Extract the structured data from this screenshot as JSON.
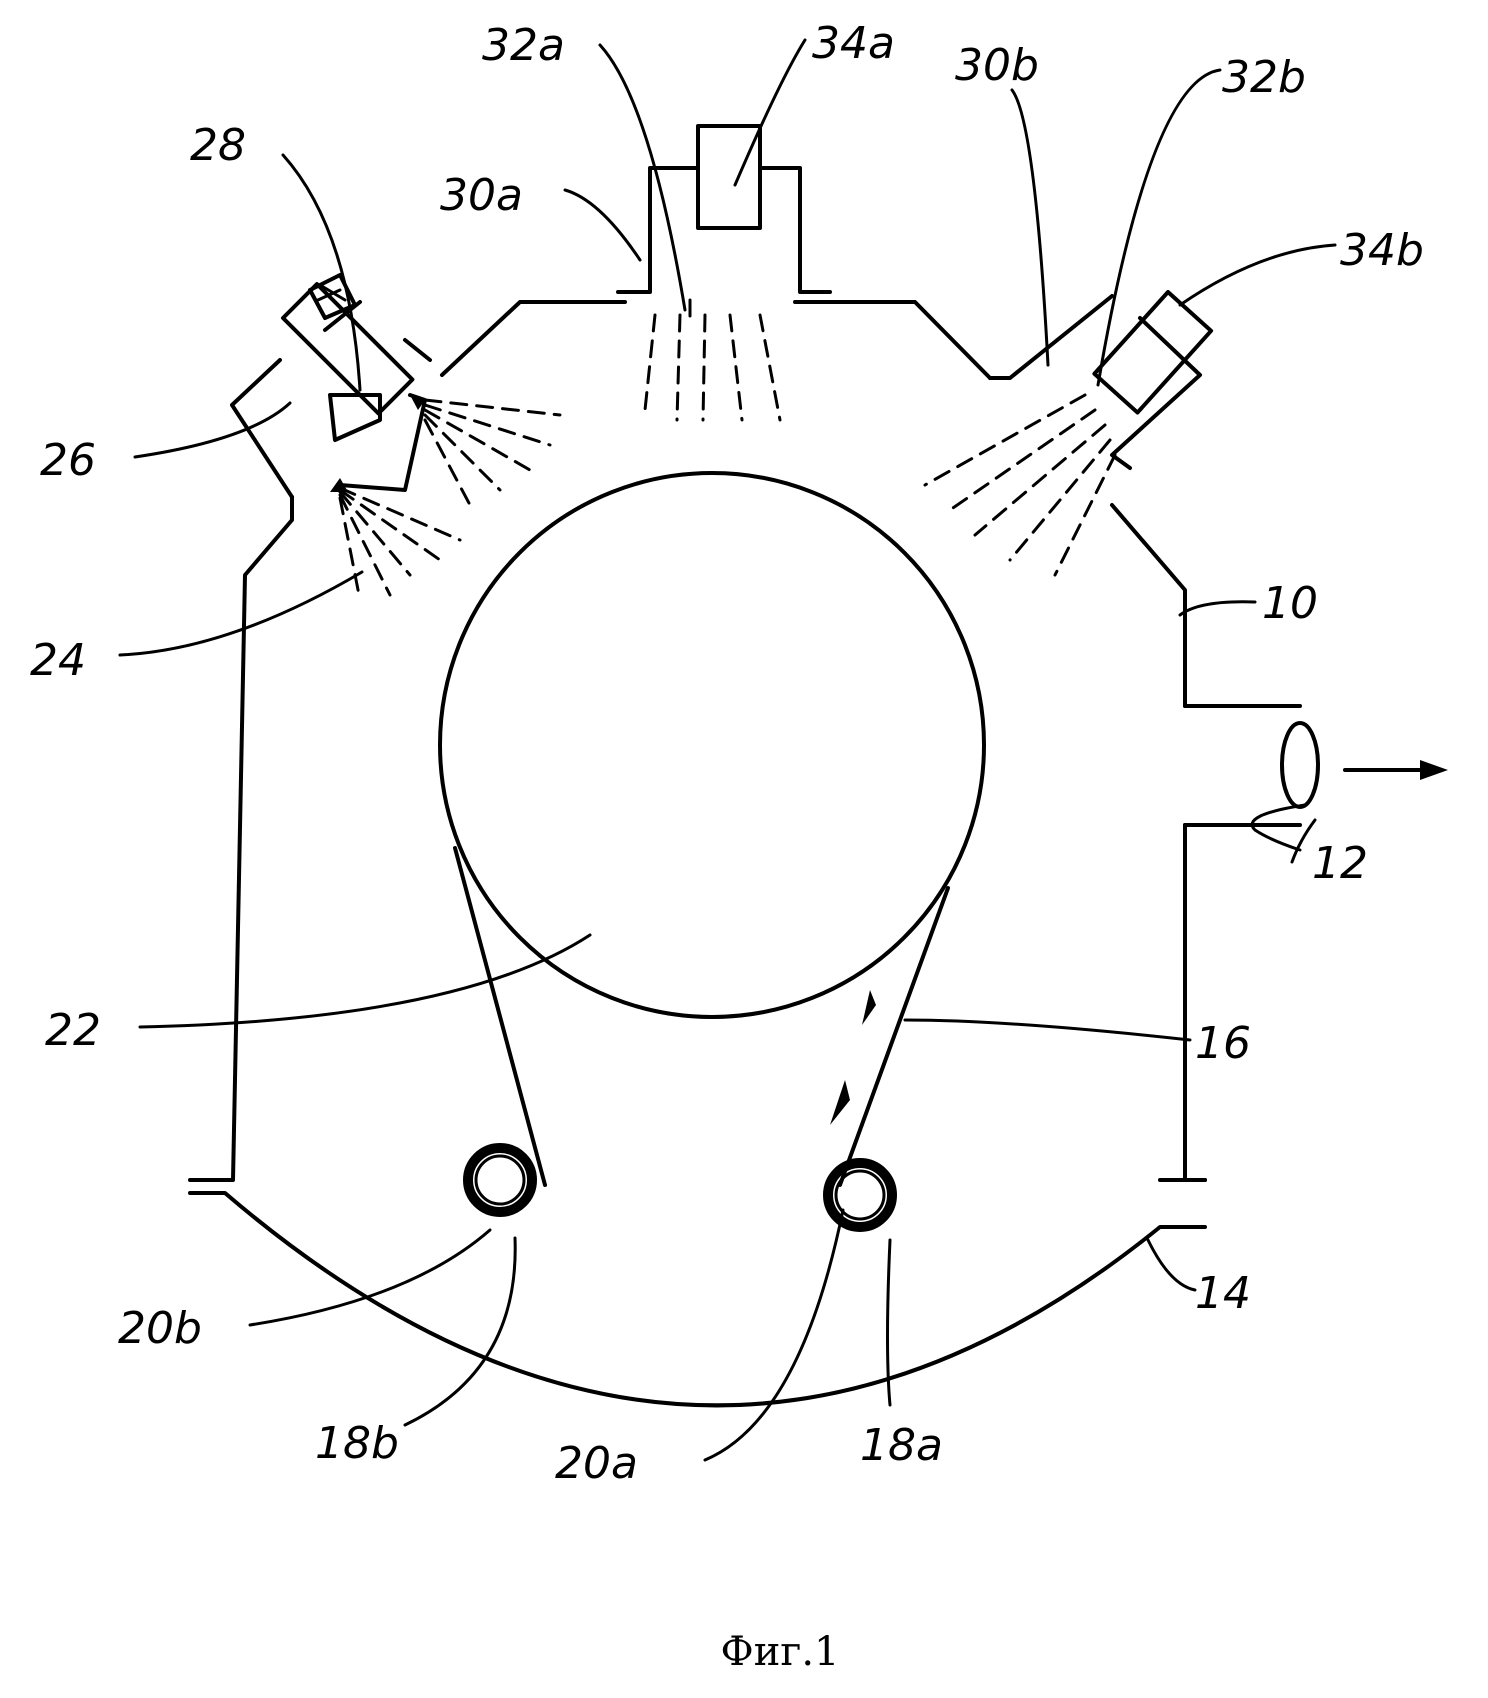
{
  "labels": {
    "l10": "10",
    "l12": "12",
    "l14": "14",
    "l16": "16",
    "l18a": "18a",
    "l18b": "18b",
    "l20a": "20a",
    "l20b": "20b",
    "l22": "22",
    "l24": "24",
    "l26": "26",
    "l28": "28",
    "l30a": "30a",
    "l30b": "30b",
    "l32a": "32a",
    "l32b": "32b",
    "l34a": "34a",
    "l34b": "34b"
  },
  "caption": "Фиг.1",
  "colors": {
    "ink": "#000000",
    "paper": "#ffffff"
  }
}
